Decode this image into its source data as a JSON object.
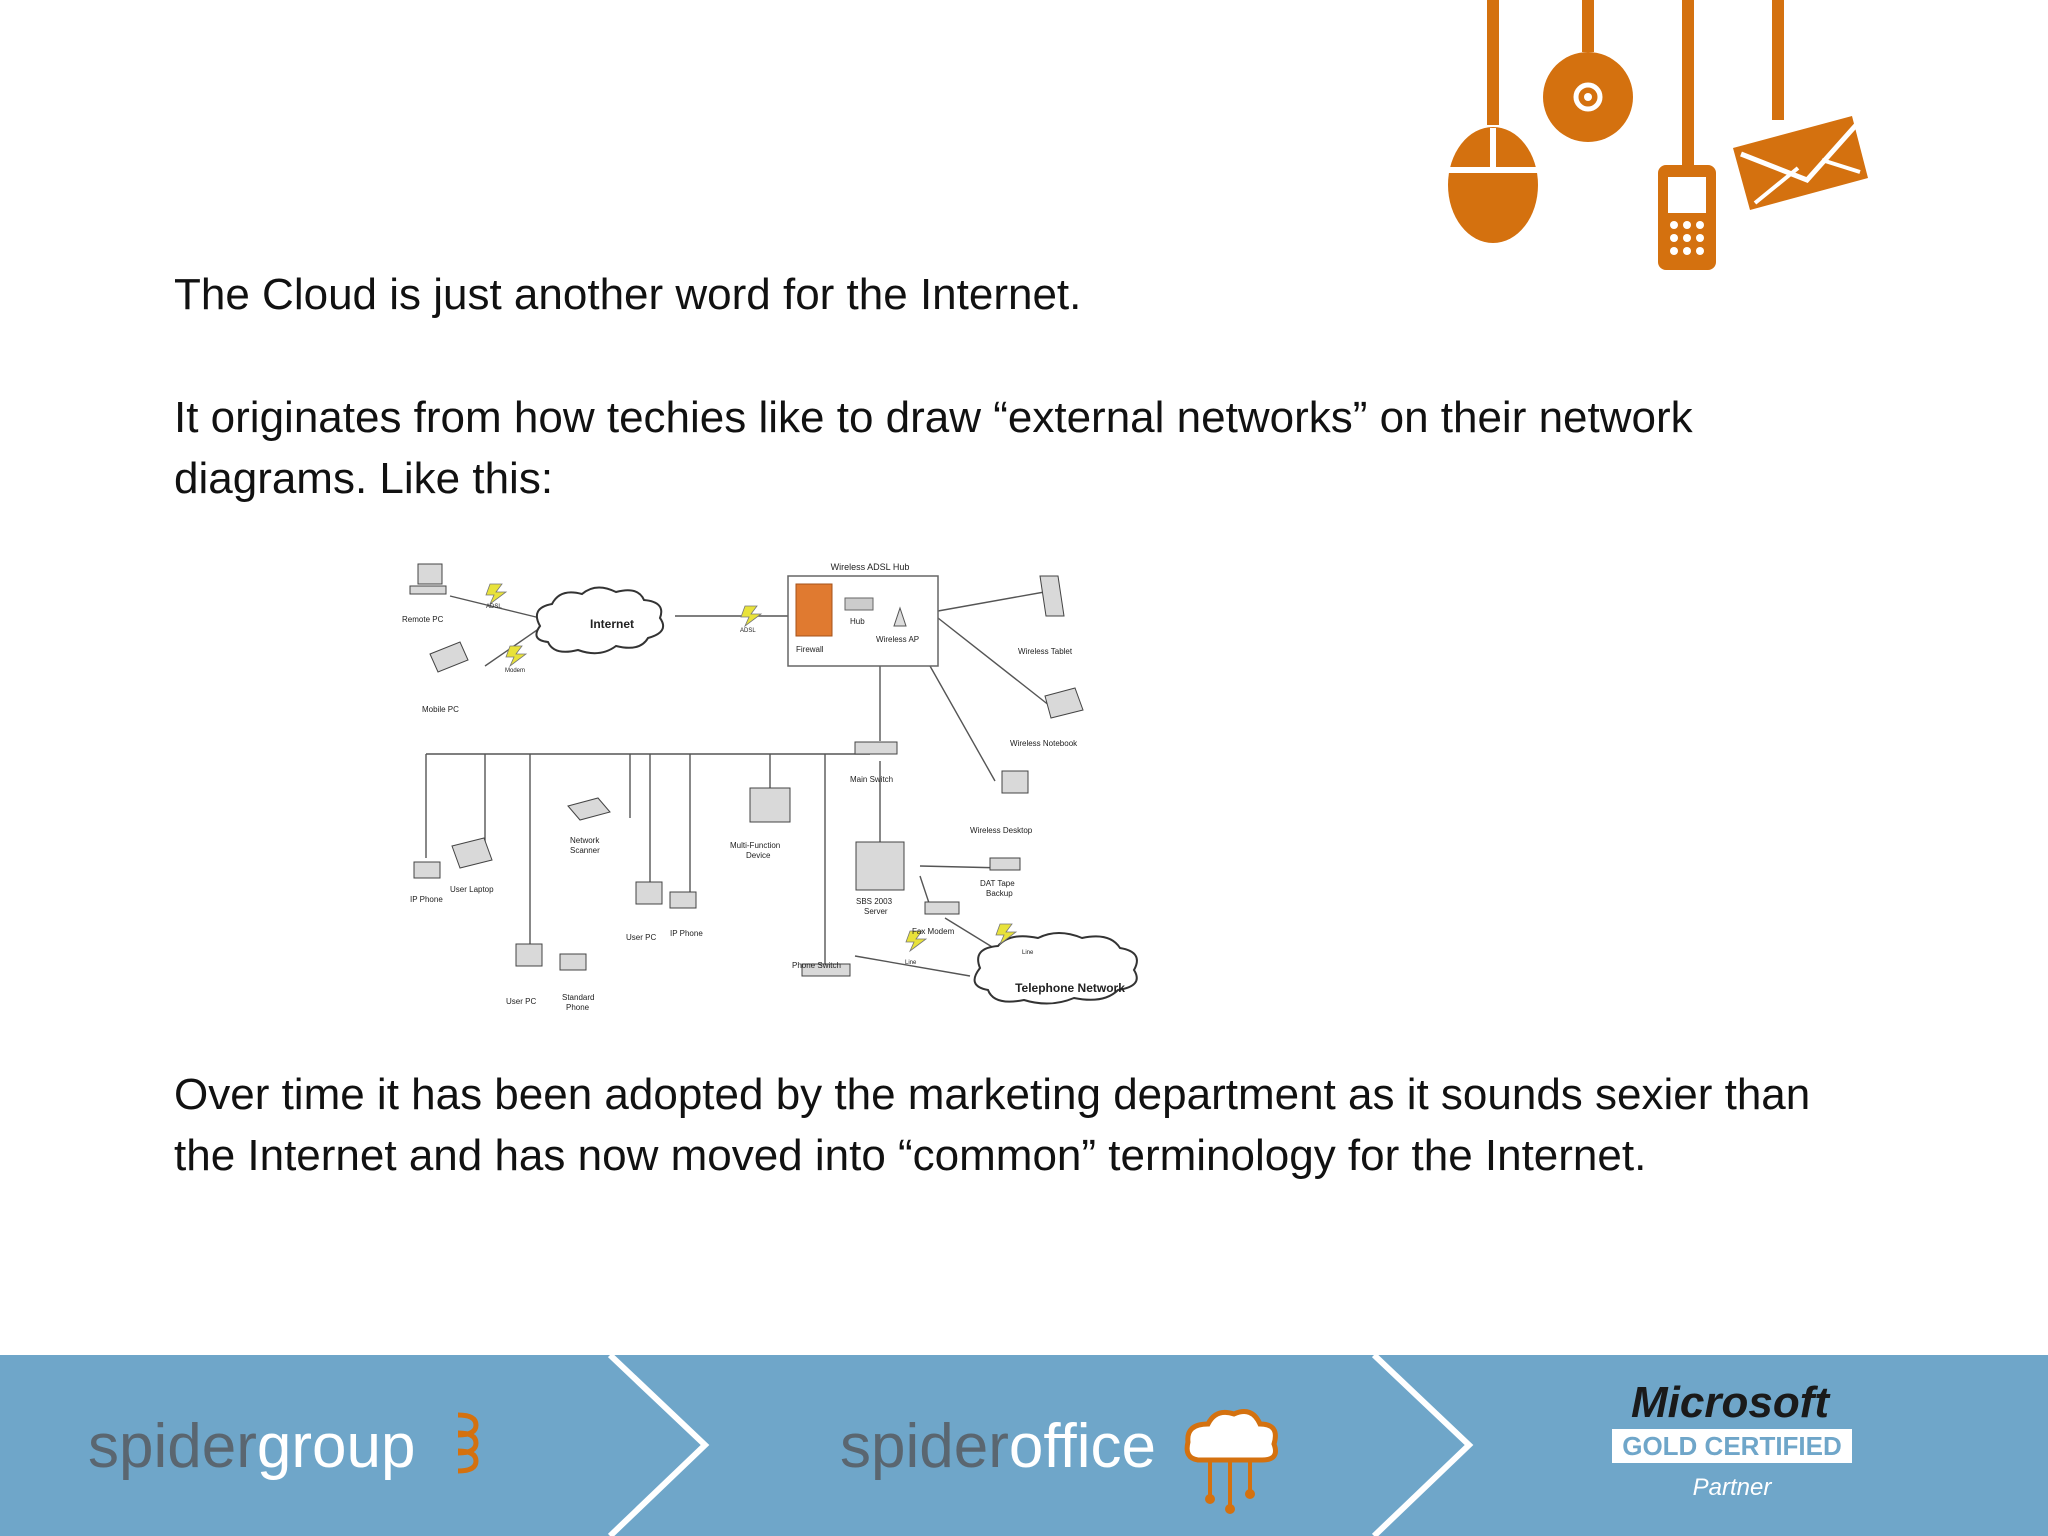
{
  "content": {
    "paragraph_1": "The Cloud is just another word for the Internet.",
    "paragraph_2": "It originates from how techies like to draw “external networks” on their network diagrams.  Like this:",
    "paragraph_3": "Over time it has been adopted by the marketing department as it sounds sexier than the Internet and has now moved into “common” terminology for the Internet."
  },
  "diagram": {
    "hub_title": "Wireless ADSL Hub",
    "internet": "Internet",
    "telephone_network": "Telephone Network",
    "remote_pc": "Remote PC",
    "mobile_pc": "Mobile PC",
    "adsl_1": "ADSL",
    "adsl_2": "ADSL",
    "modem_link": "Modem",
    "firewall": "Firewall",
    "hub": "Hub",
    "wireless_ap": "Wireless AP",
    "wireless_tablet": "Wireless Tablet",
    "wireless_notebook": "Wireless Notebook",
    "wireless_desktop": "Wireless Desktop",
    "main_switch": "Main Switch",
    "network_scanner_1": "Network",
    "network_scanner_2": "Scanner",
    "mfd_1": "Multi-Function",
    "mfd_2": "Device",
    "sbs_1": "SBS 2003",
    "sbs_2": "Server",
    "dat_1": "DAT Tape",
    "dat_2": "Backup",
    "fax_modem": "Fax Modem",
    "phone_switch": "Phone Switch",
    "ip_phone_1": "IP Phone",
    "user_laptop": "User Laptop",
    "user_pc_1": "User PC",
    "ip_phone_2": "IP Phone",
    "user_pc_2": "User PC",
    "standard_phone_1": "Standard",
    "standard_phone_2": "Phone",
    "line_1": "Line",
    "line_2": "Line"
  },
  "footer": {
    "spidergroup_a": "spider",
    "spidergroup_b": "group",
    "spideroffice_a": "spider",
    "spideroffice_b": "office",
    "microsoft": "Microsoft",
    "gold_certified": "GOLD CERTIFIED",
    "partner": "Partner"
  },
  "colors": {
    "accent_orange": "#d4710f",
    "footer_blue": "#6fa6c9",
    "wordmark_grey": "#5a6670"
  }
}
